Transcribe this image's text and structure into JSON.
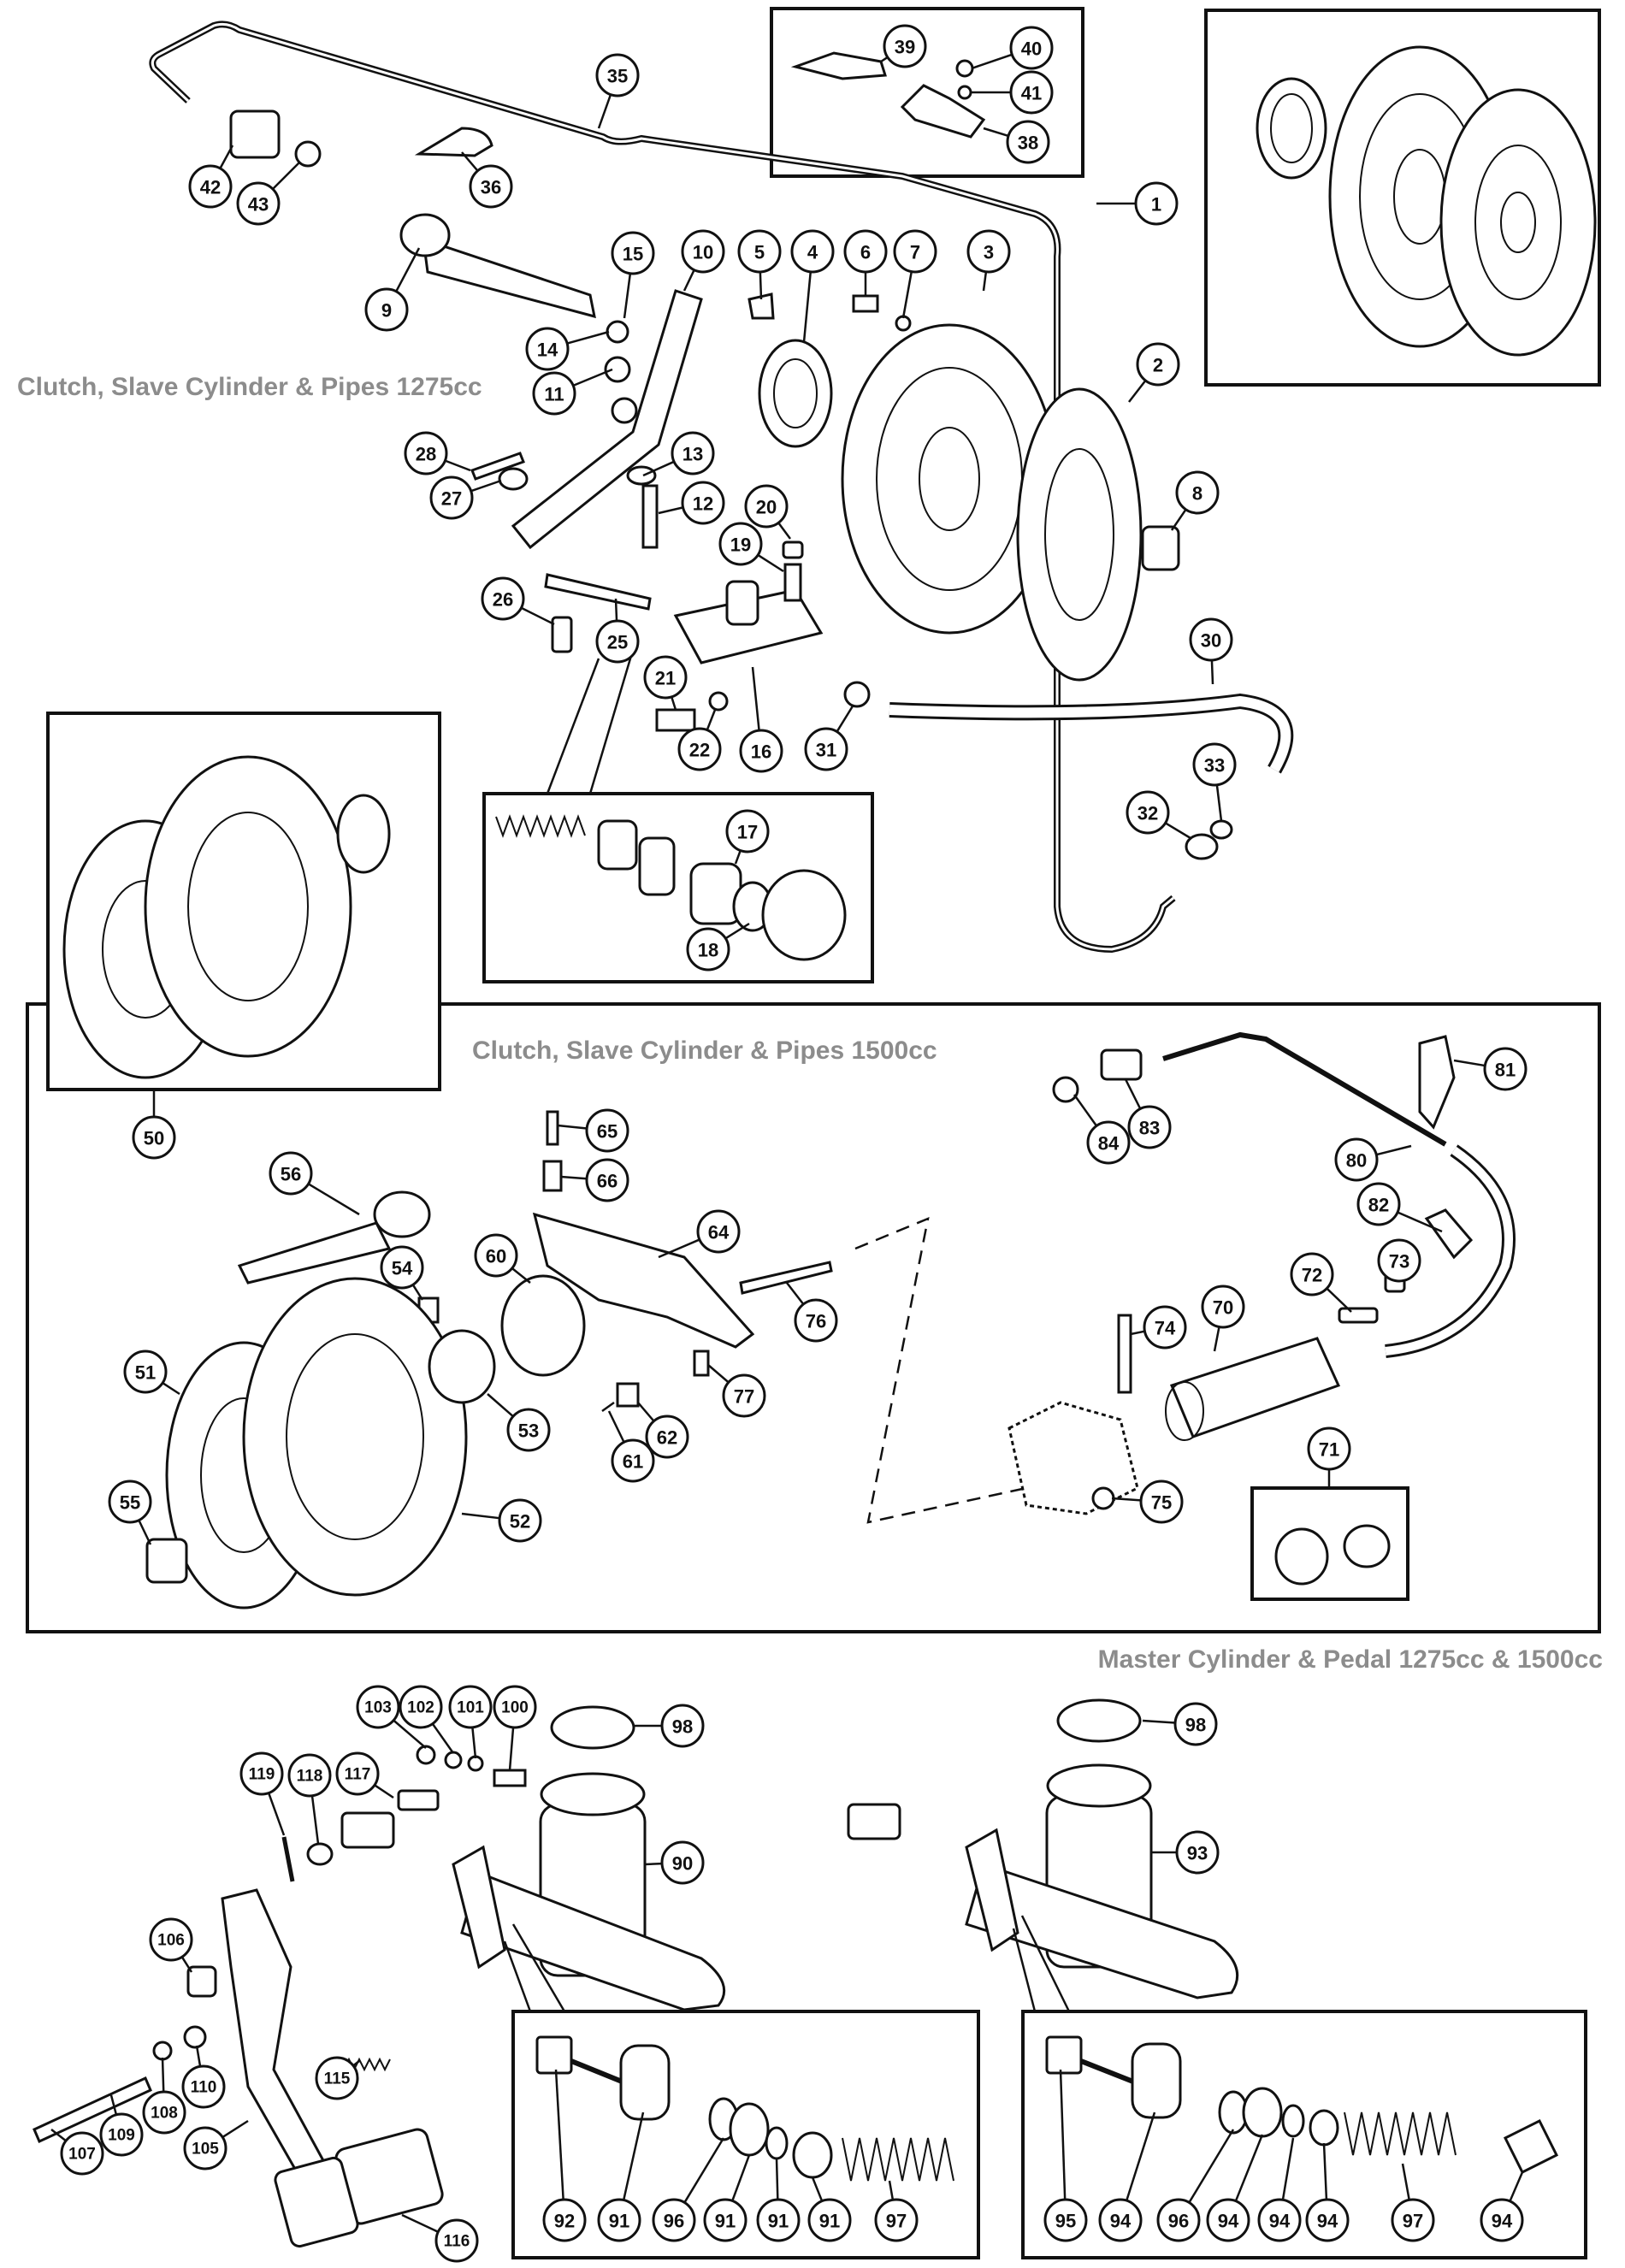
{
  "headings": {
    "h1275": "Clutch, Slave Cylinder & Pipes 1275cc",
    "h1500": "Clutch, Slave Cylinder & Pipes 1500cc",
    "master": "Master Cylinder & Pedal 1275cc & 1500cc"
  },
  "callouts": [
    "1",
    "2",
    "3",
    "4",
    "5",
    "6",
    "7",
    "8",
    "9",
    "10",
    "11",
    "12",
    "13",
    "14",
    "15",
    "16",
    "17",
    "18",
    "19",
    "20",
    "21",
    "22",
    "25",
    "26",
    "27",
    "28",
    "30",
    "31",
    "32",
    "33",
    "35",
    "36",
    "38",
    "39",
    "40",
    "41",
    "42",
    "43",
    "50",
    "51",
    "52",
    "53",
    "54",
    "55",
    "56",
    "60",
    "61",
    "62",
    "64",
    "65",
    "66",
    "70",
    "71",
    "72",
    "73",
    "74",
    "75",
    "76",
    "77",
    "80",
    "81",
    "82",
    "83",
    "84",
    "98",
    "90",
    "100",
    "101",
    "102",
    "103",
    "117",
    "118",
    "119",
    "106",
    "105",
    "107",
    "108",
    "109",
    "110",
    "115",
    "116",
    "92",
    "91",
    "96",
    "91",
    "91",
    "91",
    "97",
    "98",
    "93",
    "95",
    "94",
    "96",
    "94",
    "94",
    "94",
    "97",
    "94"
  ]
}
